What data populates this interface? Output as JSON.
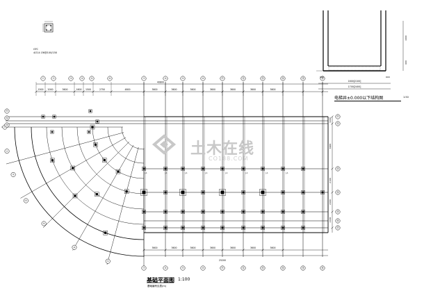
{
  "drawing": {
    "title": "基础平面图",
    "scale": "1:100",
    "note": "基础编号见表(m)",
    "detail_title": "电梯井±0.000以下结构图",
    "detail_scale": "1:50",
    "column_mark": "GTC",
    "column_note": "4∅14 ∅6@100/150"
  },
  "grid_top": [
    "①",
    "②",
    "③",
    "④",
    "⑤",
    "⑥",
    "⑦",
    "⑧",
    "⑨",
    "⑩",
    "⑪",
    "⑫",
    "⑬",
    "⑭",
    "⑮",
    "⑯"
  ],
  "grid_right": [
    "⑪",
    "⑫",
    "⑬",
    "⑭",
    "⑮",
    "⑯",
    "⑰",
    "⑱"
  ],
  "dims_top": [
    "1500",
    "2000",
    "3600",
    "1600",
    "1500",
    "2750",
    "4800",
    "3600",
    "3600",
    "3600",
    "3600",
    "3600",
    "3600",
    "3600"
  ],
  "dims_bottom": [
    "3600",
    "3600",
    "3600",
    "3600",
    "3600",
    "3600",
    "3600"
  ],
  "dim_total_top": "40800",
  "dim_total_bottom": "25200",
  "dims_right": [
    "3200",
    "6900",
    "2100",
    "2400",
    "2100"
  ],
  "elevator": {
    "width_inner": "1600[2100]",
    "width_outer": "1700[2400]",
    "heights": [
      "600",
      "1000"
    ],
    "side": "600"
  },
  "footing_label": "J-1",
  "colors": {
    "line": "#000000",
    "watermark": "#c8c8c8"
  },
  "watermark": {
    "text": "土木在线",
    "sub": "CO188.COM"
  }
}
